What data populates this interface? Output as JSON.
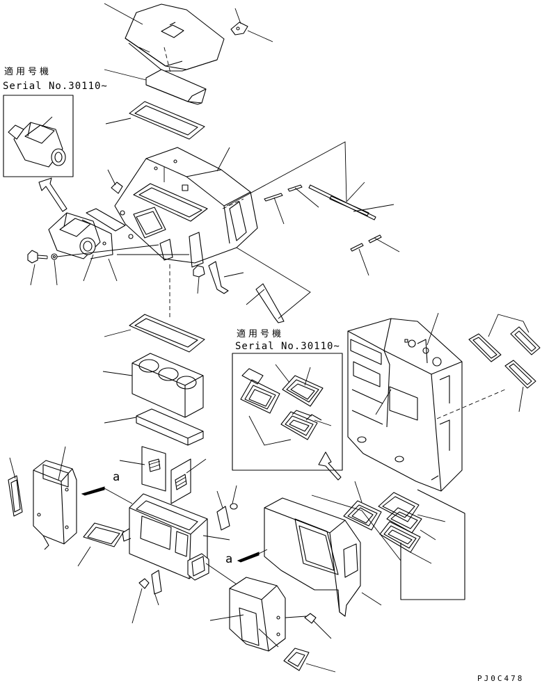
{
  "labels": {
    "applicable_model_1": "適用号機",
    "serial_1": "Serial No.30110~",
    "applicable_model_2": "適用号機",
    "serial_2": "Serial No.30110~",
    "view_a_left": "a",
    "view_a_right": "a",
    "drawing_code": "PJ0C478"
  }
}
